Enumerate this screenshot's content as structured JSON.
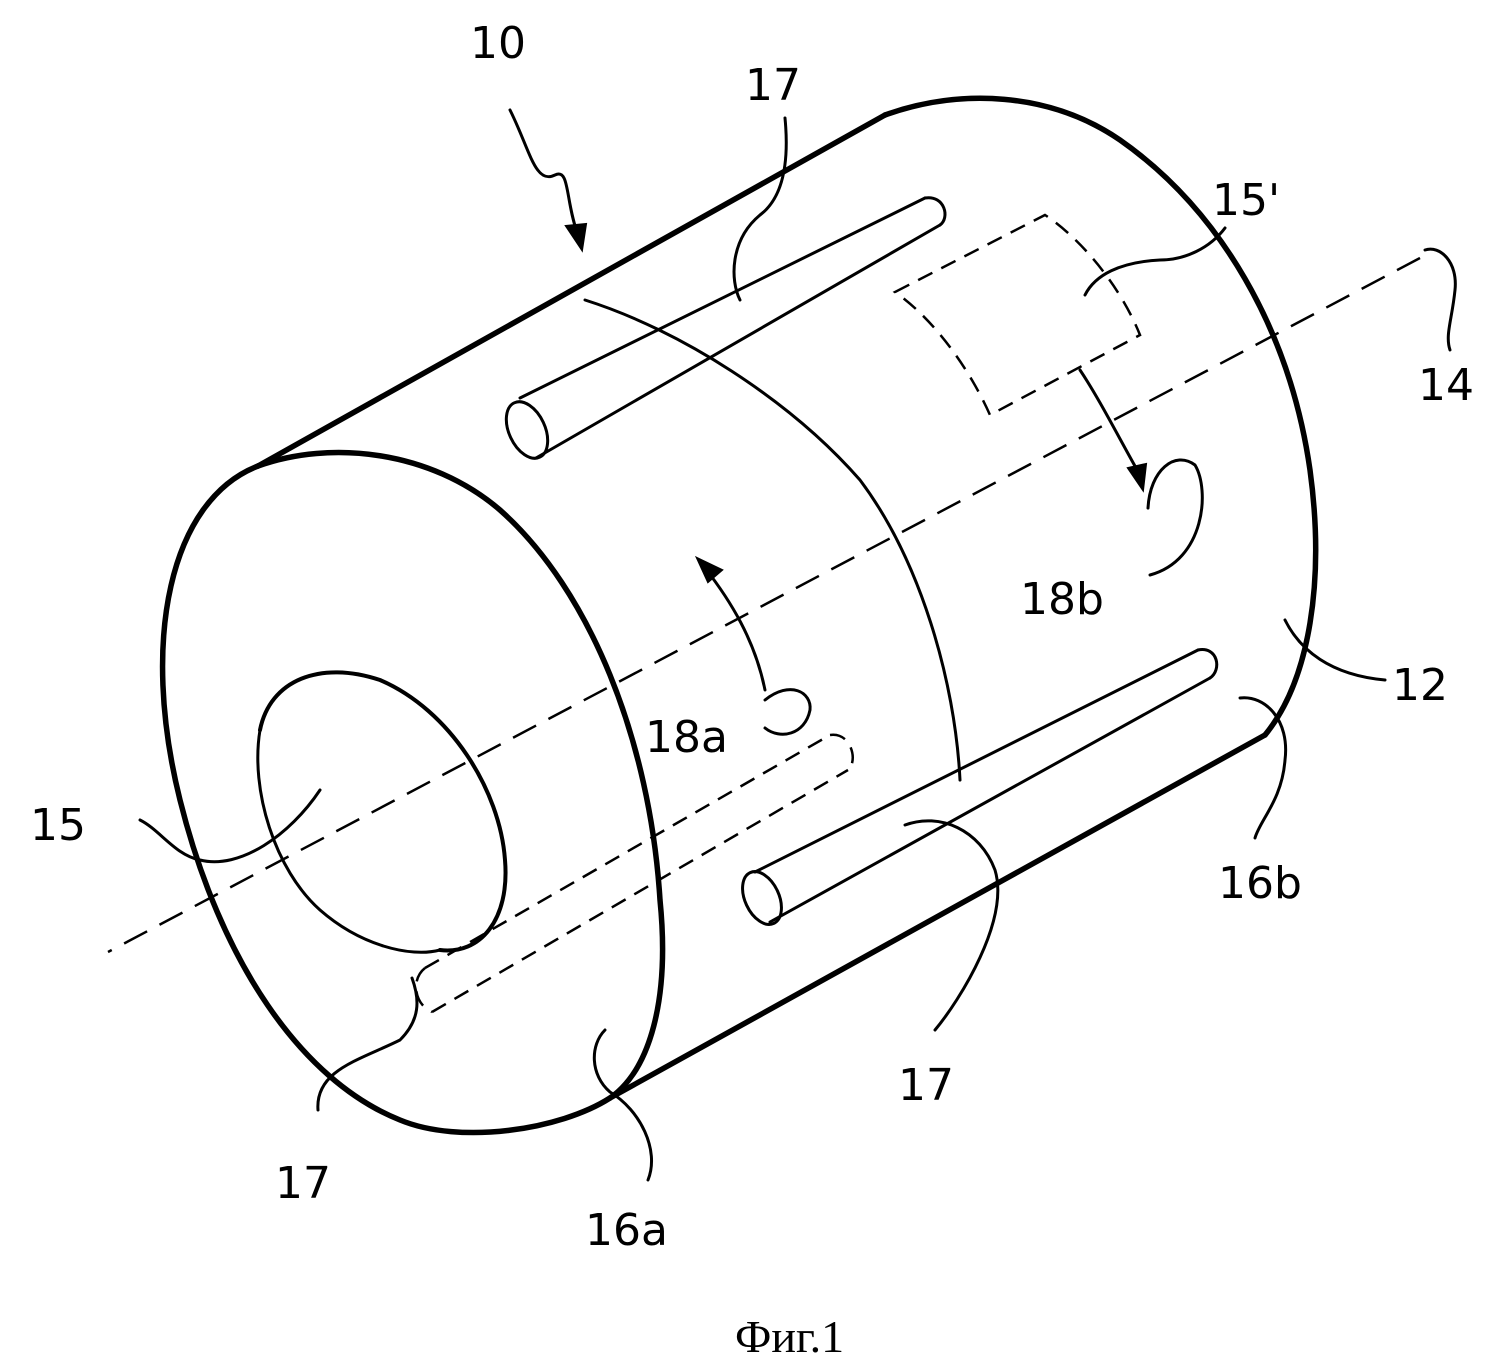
{
  "figure": {
    "caption": "Фиг.1",
    "reference_labels": {
      "device": "10",
      "body": "12",
      "axis": "14",
      "bore": "15",
      "bore_far": "15'",
      "end_face_a": "16a",
      "end_face_b": "16b",
      "rod": "17",
      "rotation_a": "18a",
      "rotation_b": "18b"
    }
  }
}
